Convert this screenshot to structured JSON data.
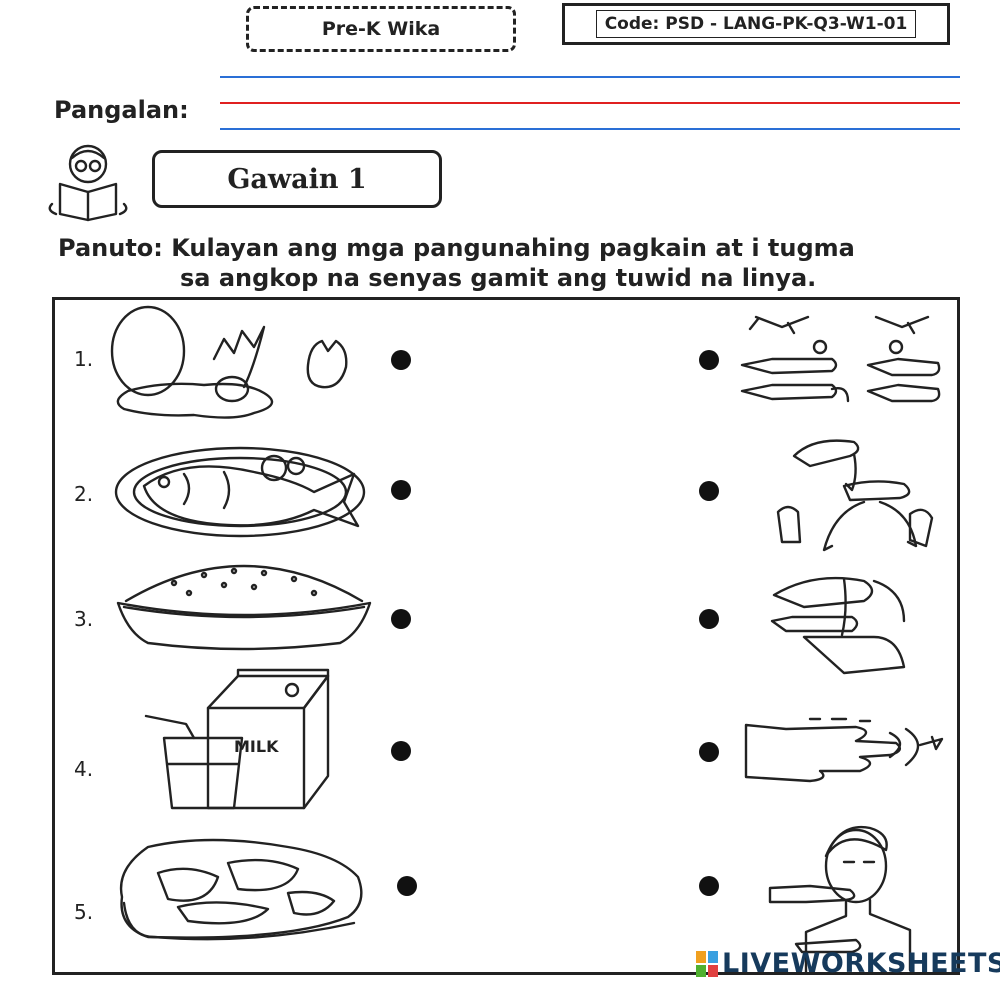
{
  "header": {
    "brand": "Pre-K Wika",
    "code": "Code: PSD - LANG-PK-Q3-W1-01"
  },
  "name_label": "Pangalan:",
  "activity_title": "Gawain 1",
  "instructions": {
    "line1": "Panuto: Kulayan ang mga pangunahing pagkain at i tugma",
    "line2": "sa angkop na senyas gamit ang tuwid na linya."
  },
  "items": [
    {
      "number": "1.",
      "food_icon": "egg-icon",
      "sign_icon": "sign-hands-icon"
    },
    {
      "number": "2.",
      "food_icon": "fish-plate-icon",
      "sign_icon": "sign-hands-icon"
    },
    {
      "number": "3.",
      "food_icon": "rice-bowl-icon",
      "sign_icon": "sign-hands-icon"
    },
    {
      "number": "4.",
      "food_icon": "milk-icon",
      "sign_icon": "sign-hands-icon"
    },
    {
      "number": "5.",
      "food_icon": "meat-icon",
      "sign_icon": "sign-hands-icon"
    }
  ],
  "food_labels": {
    "milk_carton": "MILK"
  },
  "watermark": "LIVEWORKSHEETS",
  "colors": {
    "blue_line": "#2a6fd6",
    "red_line": "#e02020",
    "watermark": "#163a5c"
  }
}
